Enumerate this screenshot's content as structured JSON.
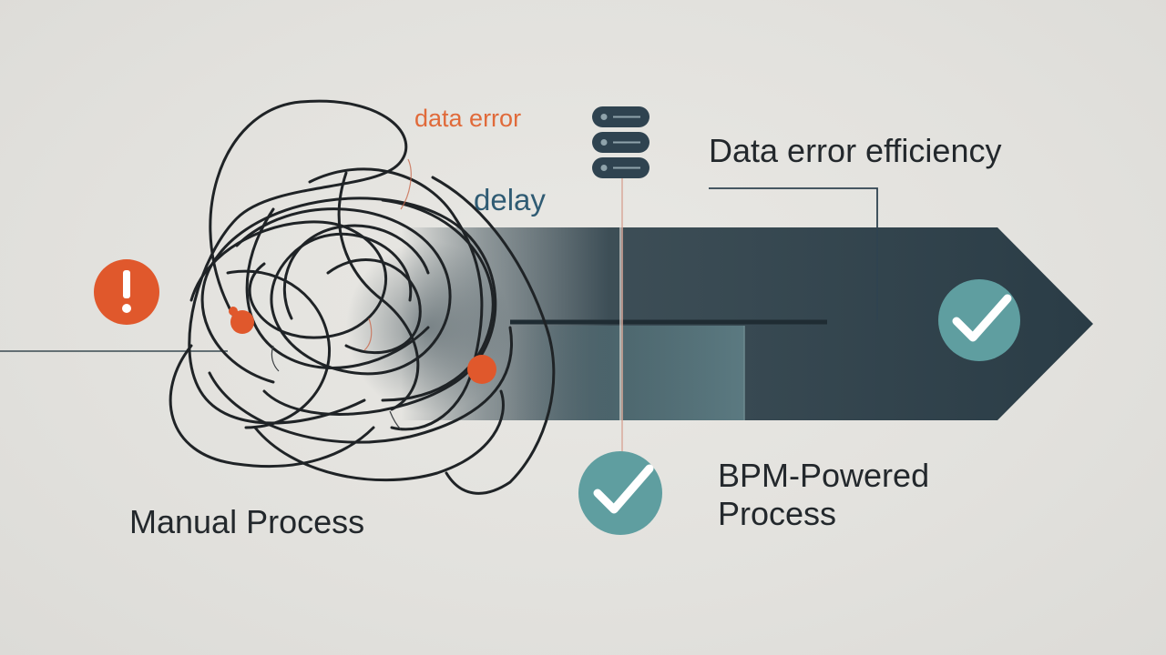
{
  "labels": {
    "data_error": "data error",
    "delay": "delay",
    "efficiency": "Data error efficiency",
    "bpm_line1": "BPM-Powered",
    "bpm_line2": "Process",
    "manual": "Manual Process"
  },
  "icons": {
    "alert": "exclamation-alert-icon",
    "database": "database-server-icon",
    "check": "checkmark-icon"
  },
  "colors": {
    "background": "#e4e3df",
    "arrow": "#2c3e48",
    "accent_orange": "#e0582c",
    "teal": "#5f9ea0",
    "ink": "#23282c",
    "delay_blue": "#2f5b73"
  }
}
